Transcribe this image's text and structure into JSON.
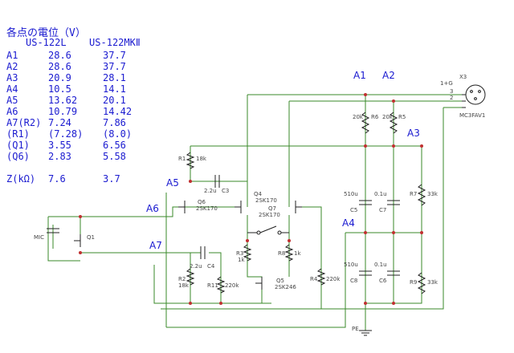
{
  "table": {
    "title": "各点の電位（V）",
    "col1": "US-122L",
    "col2": "US-122MKⅡ",
    "rows": [
      {
        "label": "A1",
        "v1": "28.6",
        "v2": "37.7"
      },
      {
        "label": "A2",
        "v1": "28.6",
        "v2": "37.7"
      },
      {
        "label": "A3",
        "v1": "20.9",
        "v2": "28.1"
      },
      {
        "label": "A4",
        "v1": "10.5",
        "v2": "14.1"
      },
      {
        "label": "A5",
        "v1": "13.62",
        "v2": "20.1"
      },
      {
        "label": "A6",
        "v1": "10.79",
        "v2": "14.42"
      },
      {
        "label": "A7(R2)",
        "v1": "7.24",
        "v2": "7.86"
      },
      {
        "label": "(R1)",
        "v1": "(7.28)",
        "v2": "(8.0)"
      },
      {
        "label": "(Q1)",
        "v1": "3.55",
        "v2": "6.56"
      },
      {
        "label": "(Q6)",
        "v1": "2.83",
        "v2": "5.58"
      },
      {
        "label": "",
        "v1": "",
        "v2": ""
      },
      {
        "label": "Z(kΩ)",
        "v1": "7.6",
        "v2": "3.7"
      }
    ]
  },
  "points": {
    "a1": "A1",
    "a2": "A2",
    "a3": "A3",
    "a4": "A4",
    "a5": "A5",
    "a6": "A6",
    "a7": "A7"
  },
  "components": {
    "mic": "MIC",
    "q1": "Q1",
    "q4": "Q4",
    "q4_part": "2SK170",
    "q6": "Q6",
    "q6_part": "2SK170",
    "q7": "Q7",
    "q7_part": "2SK170",
    "q5": "Q5",
    "q5_part": "2SK246",
    "r1": "R1",
    "r1_val": "18k",
    "r2": "R2",
    "r2_val": "18k",
    "r3": "R3",
    "r3_val": "1k",
    "r4": "R4",
    "r4_val": "220k",
    "r5": "R5",
    "r5_val": "20k",
    "r6": "R6",
    "r6_val": "20k",
    "r7": "R7",
    "r7_val": "33k",
    "r8": "R8",
    "r8_val": "1k",
    "r9": "R9",
    "r9_val": "33k",
    "r11": "R11",
    "r11_val": "220k",
    "c3": "C3",
    "c3_val": "2.2u",
    "c4": "C4",
    "c4_val": "2.2u",
    "c5": "C5",
    "c5_val": "510u",
    "c6": "C6",
    "c6_val": "0.1u",
    "c7": "C7",
    "c7_val": "0.1u",
    "c8": "C8",
    "c8_val": "510u",
    "x3": "X3",
    "x3_part": "MC3FAV1",
    "pin1": "1+G",
    "pin2": "2",
    "pin3": "3",
    "pe": "PE"
  }
}
